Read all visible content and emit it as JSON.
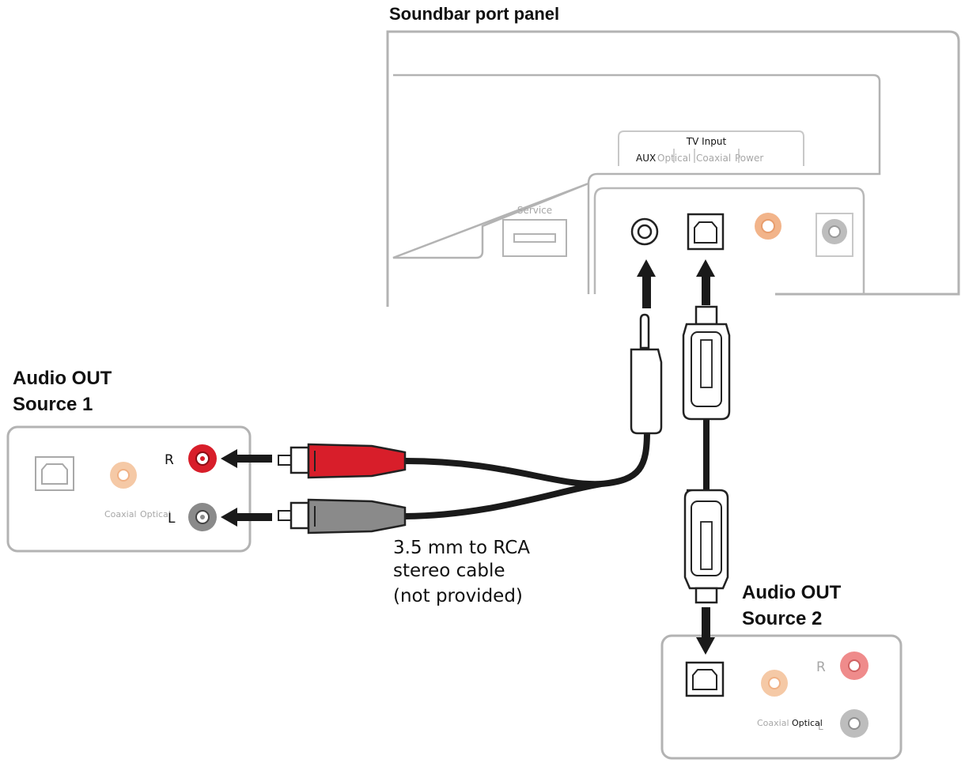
{
  "soundbar": {
    "title": "Soundbar port panel",
    "tv_input_label": "TV Input",
    "port_labels": {
      "aux": "AUX",
      "optical": "Optical",
      "coaxial": "Coaxial",
      "power": "Power"
    },
    "service_label": "Service"
  },
  "source1": {
    "title_line1": "Audio OUT",
    "title_line2": "Source 1",
    "r_label": "R",
    "l_label": "L",
    "coaxial_label": "Coaxial",
    "optical_label": "Optical"
  },
  "source2": {
    "title_line1": "Audio OUT",
    "title_line2": "Source 2",
    "r_label": "R",
    "l_label": "L",
    "coaxial_label": "Coaxial",
    "optical_label": "Optical"
  },
  "cable_caption": {
    "line1": "3.5 mm to RCA",
    "line2": "stereo cable",
    "line3": "(not provided)"
  },
  "colors": {
    "red_plug": "#d81e2a",
    "gray_plug": "#8a8a8a",
    "coax_orange": "#f2b48a",
    "panel_outline": "#b3b3b3"
  }
}
